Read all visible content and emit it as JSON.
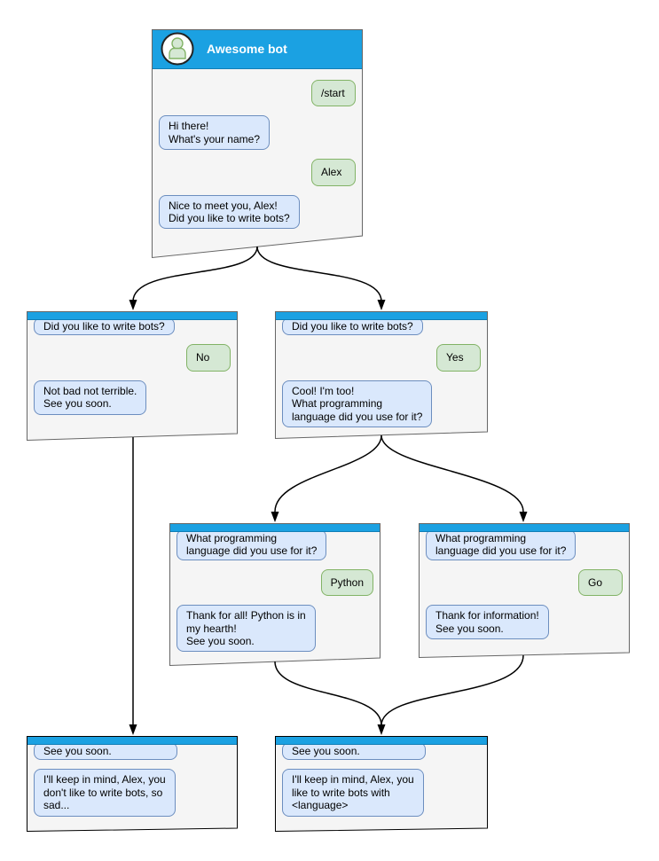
{
  "colors": {
    "header-blue": "#1ba1e2",
    "window-bg": "#f5f5f5",
    "window-border": "#666666",
    "bot-bubble-bg": "#dae8fc",
    "bot-bubble-border": "#6c8ebf",
    "user-bubble-bg": "#d5e8d4",
    "user-bubble-border": "#82b366",
    "connector-black": "#000000"
  },
  "root": {
    "title": "Awesome bot",
    "messages": {
      "start_command": "/start",
      "bot_greeting": "Hi there!\nWhat's your name?",
      "user_name": "Alex",
      "bot_question": "Nice to meet you, Alex!\nDid you like to write bots?"
    }
  },
  "branch_no": {
    "context": "Did you like to write bots?",
    "user_answer": "No",
    "bot_reply": "Not bad not terrible.\nSee you soon."
  },
  "branch_yes": {
    "context": "Did you like to write bots?",
    "user_answer": "Yes",
    "bot_reply": "Cool! I'm too!\nWhat programming\nlanguage did you use for it?"
  },
  "branch_python": {
    "context": "What programming\nlanguage did you use for it?",
    "user_answer": "Python",
    "bot_reply": "Thank for all! Python is in\nmy hearth!\nSee you soon."
  },
  "branch_go": {
    "context": "What programming\nlanguage did you use for it?",
    "user_answer": "Go",
    "bot_reply": "Thank for information!\nSee you soon."
  },
  "end_no": {
    "context": "See you soon.",
    "bot_reply": "I'll keep in mind, Alex, you\ndon't like to write bots, so\nsad..."
  },
  "end_yes": {
    "context": "See you soon.",
    "bot_reply": "I'll keep in mind, Alex, you\nlike to write bots with\n<language>"
  },
  "flow_edges": [
    {
      "from": "root",
      "to": "branch_no"
    },
    {
      "from": "root",
      "to": "branch_yes"
    },
    {
      "from": "branch_yes",
      "to": "branch_python"
    },
    {
      "from": "branch_yes",
      "to": "branch_go"
    },
    {
      "from": "branch_no",
      "to": "end_no"
    },
    {
      "from": "branch_python",
      "to": "end_yes"
    },
    {
      "from": "branch_go",
      "to": "end_yes"
    }
  ]
}
